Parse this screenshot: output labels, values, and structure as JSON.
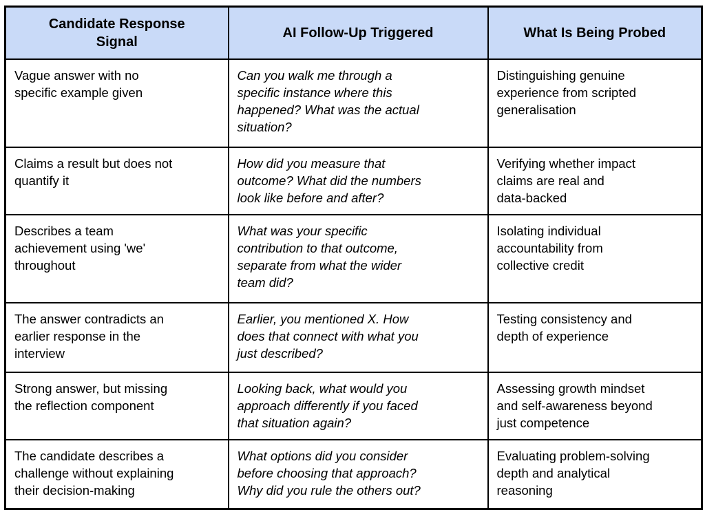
{
  "table": {
    "headers": [
      "Candidate Response\nSignal",
      "AI Follow-Up Triggered",
      "What Is Being Probed"
    ],
    "rows": [
      {
        "signal": "Vague answer with no\nspecific example given",
        "followup": "Can you walk me through a\nspecific instance where this\nhappened? What was the actual\nsituation?",
        "probe": "Distinguishing genuine\nexperience from scripted\ngeneralisation"
      },
      {
        "signal": "Claims a result but does not\nquantify it",
        "followup": "How did you measure that\noutcome? What did the numbers\nlook like before and after?",
        "probe": "Verifying whether impact\nclaims are real and\ndata-backed"
      },
      {
        "signal": "Describes a team\nachievement using 'we'\nthroughout",
        "followup": "What was your specific\ncontribution to that outcome,\nseparate from what the wider\nteam did?",
        "probe": "Isolating individual\naccountability from\ncollective credit"
      },
      {
        "signal": "The answer contradicts an\nearlier response in the\ninterview",
        "followup": "Earlier, you mentioned X. How\ndoes that connect with what you\njust described?",
        "probe": "Testing consistency and\ndepth of experience"
      },
      {
        "signal": "Strong answer, but missing\nthe reflection component",
        "followup": "Looking back, what would you\napproach differently if you faced\nthat situation again?",
        "probe": "Assessing growth mindset\nand self-awareness beyond\njust competence"
      },
      {
        "signal": "The candidate describes a\nchallenge without explaining\ntheir decision-making",
        "followup": "What options did you consider\nbefore choosing that approach?\nWhy did you rule the others out?",
        "probe": "Evaluating problem-solving\ndepth and analytical\nreasoning"
      }
    ]
  },
  "colors": {
    "header_bg": "#c9daf8",
    "border": "#000000",
    "text": "#000000",
    "page_bg": "#ffffff"
  }
}
